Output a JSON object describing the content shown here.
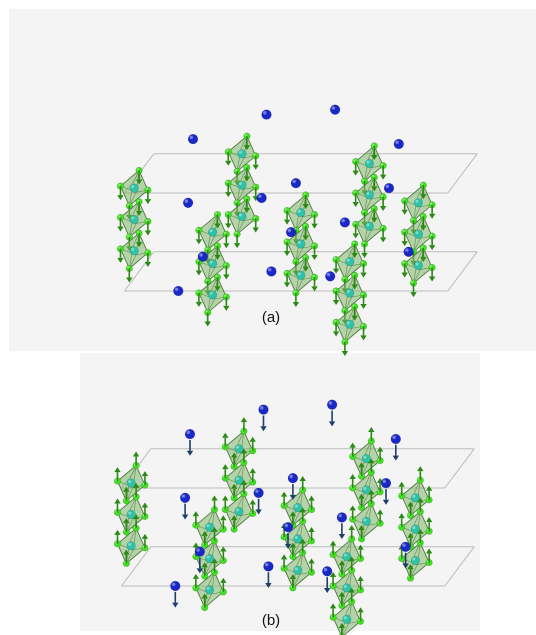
{
  "figure": {
    "panel_a": {
      "caption": "(a)"
    },
    "panel_b": {
      "caption": "(b)"
    }
  },
  "colors": {
    "octahedron_fill": "#7fb86a",
    "octahedron_edge": "#4d7a3c",
    "ligand_atom": "#3fe01f",
    "metal_atom": "#2ec2a8",
    "cation_atom": "#1a28c8",
    "arrow_green": "#2a8a14",
    "arrow_blue": "#1e3f6a",
    "cell_line": "#bbbbbb",
    "caption_text": "#111111"
  },
  "atoms": [
    "green-ligand",
    "cyan-metal",
    "blue-cation"
  ]
}
